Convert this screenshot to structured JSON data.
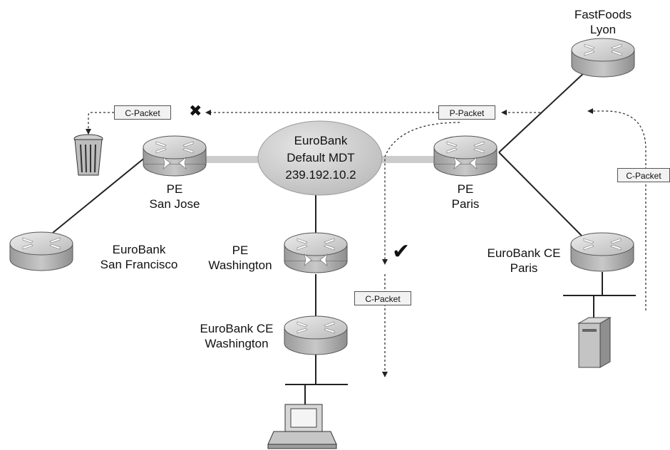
{
  "title": "",
  "nodes": {
    "fastfoods_lyon": [
      "FastFoods",
      "Lyon"
    ],
    "pe_sanjose": [
      "PE",
      "San Jose"
    ],
    "pe_paris": [
      "PE",
      "Paris"
    ],
    "pe_washington": [
      "PE",
      "Washington"
    ],
    "eurobank_sf": [
      "EuroBank",
      "San Francisco"
    ],
    "eurobank_ce_paris": [
      "EuroBank CE",
      "Paris"
    ],
    "eurobank_ce_washington": [
      "EuroBank CE",
      "Washington"
    ]
  },
  "mdt": [
    "EuroBank",
    "Default MDT",
    "239.192.10.2"
  ],
  "packets": {
    "c_packet_dropped": "C-Packet",
    "p_packet": "P-Packet",
    "c_packet_source": "C-Packet",
    "c_packet_delivered": "C-Packet"
  },
  "marks": {
    "drop": "✖",
    "accept": "✔"
  },
  "colors": {
    "router_light": "#d4d4d4",
    "router_dark": "#8a8a8a",
    "mdt_cloud": "#cfcfcf",
    "tunnel": "#cccccc"
  }
}
